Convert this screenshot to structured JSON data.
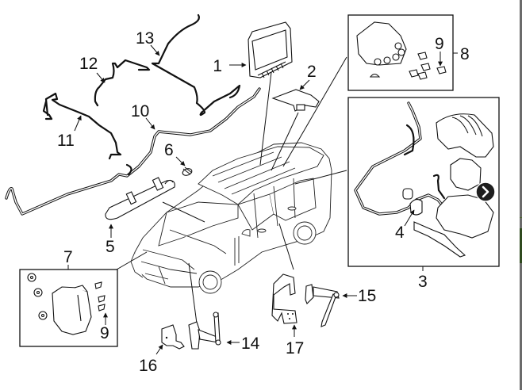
{
  "diagram": {
    "title": "Air suspension components exploded view",
    "callouts": {
      "c1": "1",
      "c2": "2",
      "c3": "3",
      "c4": "4",
      "c5": "5",
      "c6": "6",
      "c7": "7",
      "c8": "8",
      "c9a": "9",
      "c9b": "9",
      "c10": "10",
      "c11": "11",
      "c12": "12",
      "c13": "13",
      "c14": "14",
      "c15": "15",
      "c16": "16",
      "c17": "17"
    }
  },
  "controls": {
    "next_button_icon": "chevron-right-icon",
    "next_button_glyph": "›"
  },
  "colors": {
    "line": "#111111",
    "background": "#ffffff",
    "edge_strip": "#6b6b6b",
    "edge_accent": "#2f4a1e",
    "button_bg": "#1e1e1e"
  }
}
